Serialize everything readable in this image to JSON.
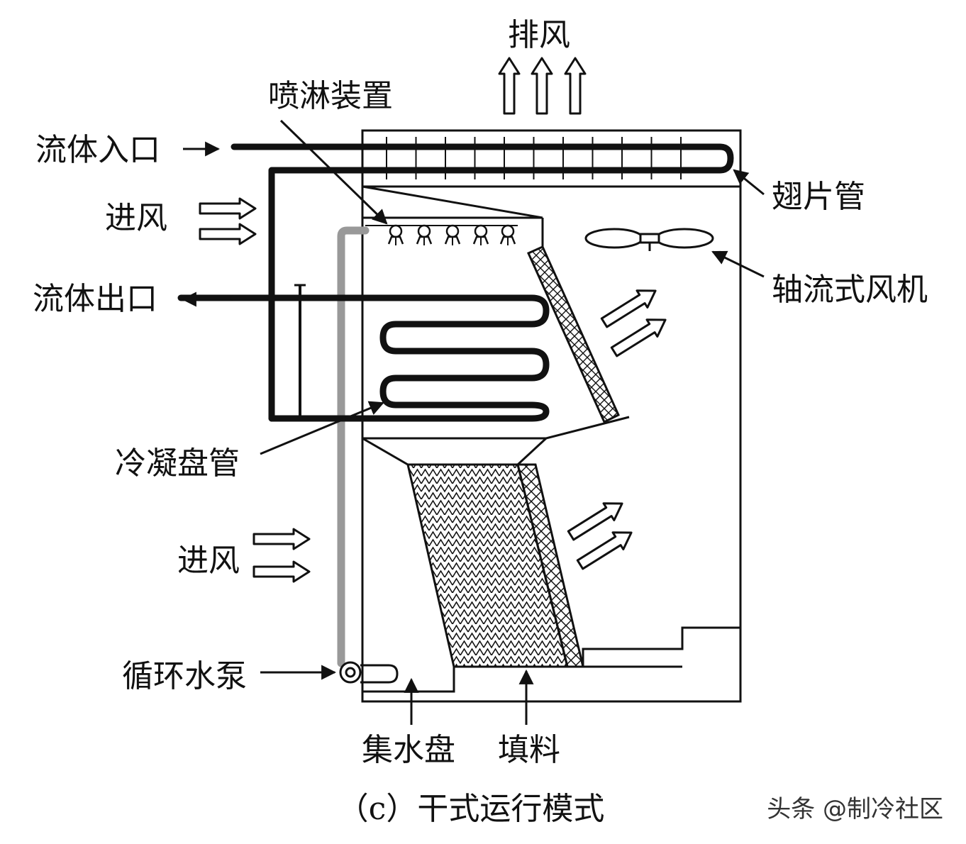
{
  "labels": {
    "exhaust": "排风",
    "spray_device": "喷淋装置",
    "fluid_inlet": "流体入口",
    "air_inlet_top": "进风",
    "fluid_outlet": "流体出口",
    "finned_tube": "翅片管",
    "axial_fan": "轴流式风机",
    "condensing_coil": "冷凝盘管",
    "air_inlet_bottom": "进风",
    "circulation_pump": "循环水泵",
    "water_basin": "集水盘",
    "fill_media": "填料"
  },
  "caption": "（c）干式运行模式",
  "watermark": "头条 @制冷社区",
  "icons": [
    "arrow-icon",
    "hollow-arrow-icon",
    "nozzle-icon",
    "fan-icon",
    "pump-icon"
  ],
  "colors": {
    "line": "#111111",
    "water_pipe": "#999999",
    "background": "#ffffff"
  }
}
